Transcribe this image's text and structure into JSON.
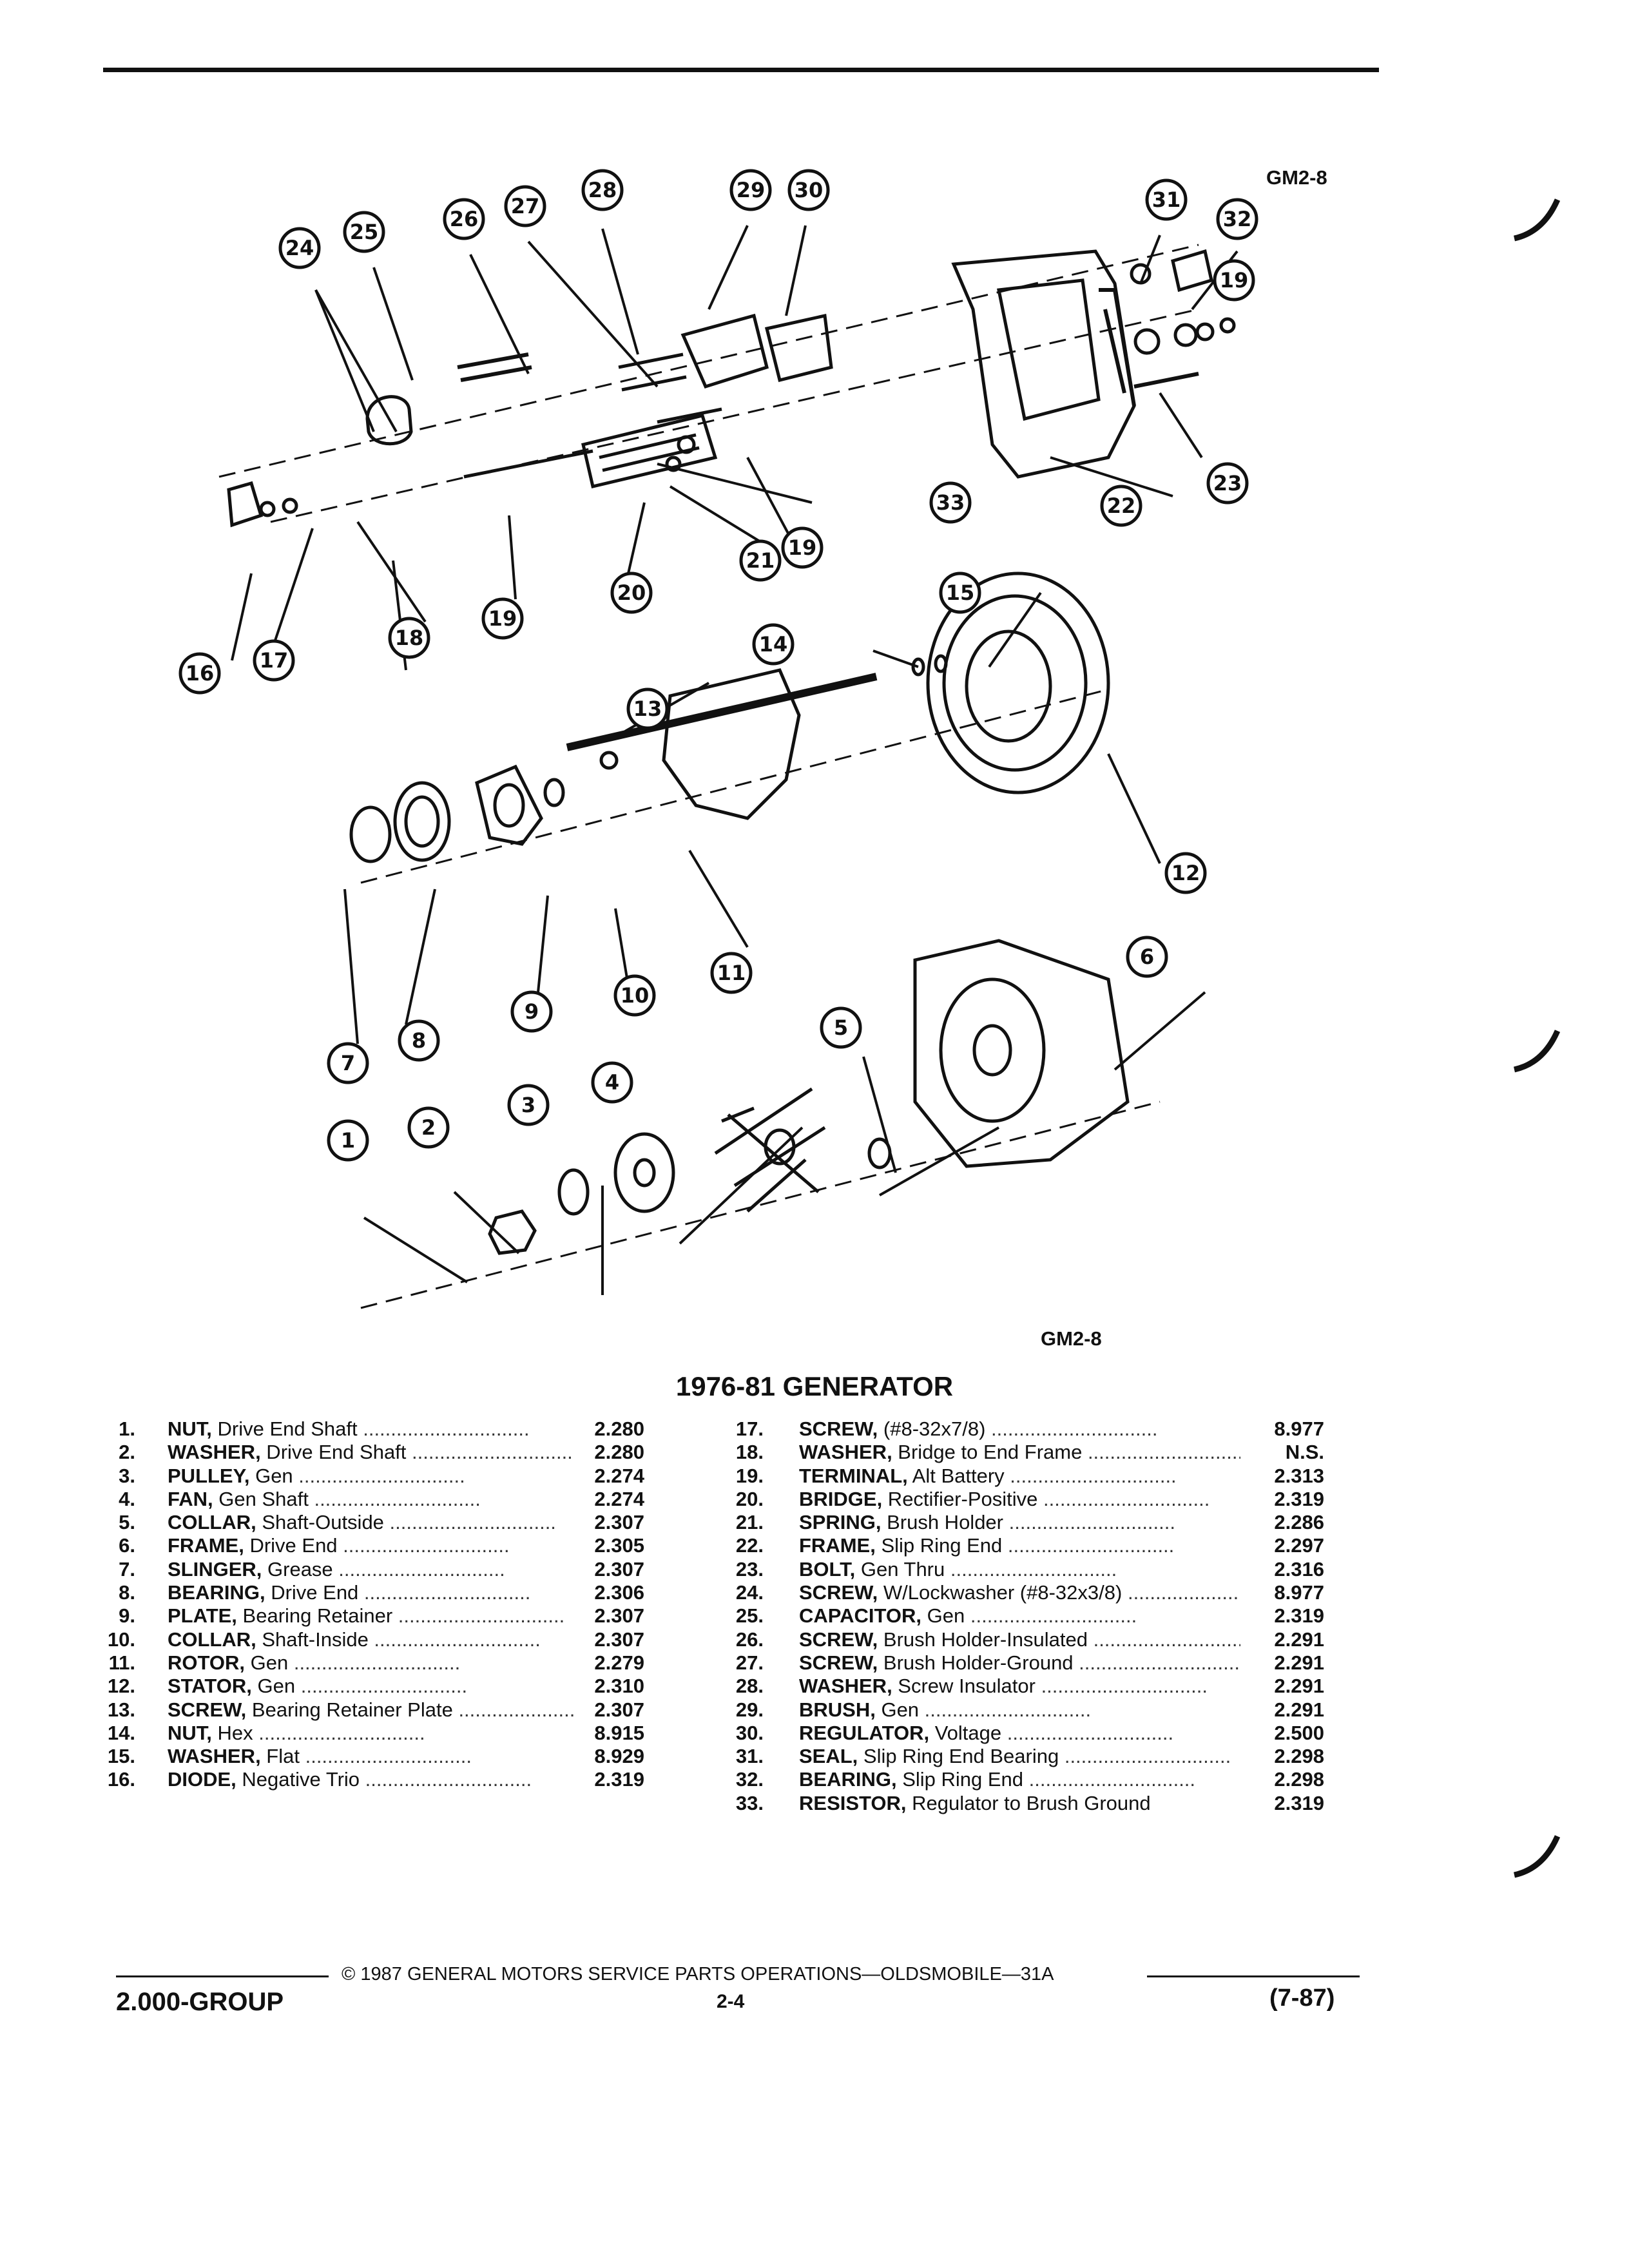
{
  "figure_code_top": "GM2-8",
  "figure_code_bottom": "GM2-8",
  "callouts": [
    "1",
    "2",
    "3",
    "4",
    "5",
    "6",
    "7",
    "8",
    "9",
    "10",
    "11",
    "12",
    "13",
    "14",
    "15",
    "16",
    "17",
    "18",
    "19",
    "20",
    "21",
    "22",
    "23",
    "24",
    "25",
    "26",
    "27",
    "28",
    "29",
    "30",
    "31",
    "32",
    "33"
  ],
  "title": "1976-81 GENERATOR",
  "parts_left": [
    {
      "num": "1.",
      "name": "NUT,",
      "desc": " Drive End Shaft",
      "pn": "2.280"
    },
    {
      "num": "2.",
      "name": "WASHER,",
      "desc": " Drive End Shaft",
      "pn": "2.280"
    },
    {
      "num": "3.",
      "name": "PULLEY,",
      "desc": " Gen",
      "pn": "2.274"
    },
    {
      "num": "4.",
      "name": "FAN,",
      "desc": " Gen Shaft",
      "pn": "2.274"
    },
    {
      "num": "5.",
      "name": "COLLAR,",
      "desc": " Shaft-Outside",
      "pn": "2.307"
    },
    {
      "num": "6.",
      "name": "FRAME,",
      "desc": " Drive End",
      "pn": "2.305"
    },
    {
      "num": "7.",
      "name": "SLINGER,",
      "desc": " Grease",
      "pn": "2.307"
    },
    {
      "num": "8.",
      "name": "BEARING,",
      "desc": " Drive End",
      "pn": "2.306"
    },
    {
      "num": "9.",
      "name": "PLATE,",
      "desc": " Bearing Retainer",
      "pn": "2.307"
    },
    {
      "num": "10.",
      "name": "COLLAR,",
      "desc": " Shaft-Inside",
      "pn": "2.307"
    },
    {
      "num": "11.",
      "name": "ROTOR,",
      "desc": " Gen",
      "pn": "2.279"
    },
    {
      "num": "12.",
      "name": "STATOR,",
      "desc": " Gen",
      "pn": "2.310"
    },
    {
      "num": "13.",
      "name": "SCREW,",
      "desc": " Bearing Retainer Plate",
      "pn": "2.307"
    },
    {
      "num": "14.",
      "name": "NUT,",
      "desc": " Hex",
      "pn": "8.915"
    },
    {
      "num": "15.",
      "name": "WASHER,",
      "desc": " Flat",
      "pn": "8.929"
    },
    {
      "num": "16.",
      "name": "DIODE,",
      "desc": " Negative Trio",
      "pn": "2.319"
    }
  ],
  "parts_right": [
    {
      "num": "17.",
      "name": "SCREW,",
      "desc": " (#8-32x7/8)",
      "pn": "8.977"
    },
    {
      "num": "18.",
      "name": "WASHER,",
      "desc": " Bridge to End Frame",
      "pn": "N.S."
    },
    {
      "num": "19.",
      "name": "TERMINAL,",
      "desc": " Alt Battery",
      "pn": "2.313"
    },
    {
      "num": "20.",
      "name": "BRIDGE,",
      "desc": " Rectifier-Positive",
      "pn": "2.319"
    },
    {
      "num": "21.",
      "name": "SPRING,",
      "desc": " Brush Holder",
      "pn": "2.286"
    },
    {
      "num": "22.",
      "name": "FRAME,",
      "desc": " Slip Ring End",
      "pn": "2.297"
    },
    {
      "num": "23.",
      "name": "BOLT,",
      "desc": " Gen Thru",
      "pn": "2.316"
    },
    {
      "num": "24.",
      "name": "SCREW,",
      "desc": " W/Lockwasher (#8-32x3/8)",
      "pn": "8.977"
    },
    {
      "num": "25.",
      "name": "CAPACITOR,",
      "desc": " Gen",
      "pn": "2.319"
    },
    {
      "num": "26.",
      "name": "SCREW,",
      "desc": " Brush Holder-Insulated",
      "pn": "2.291"
    },
    {
      "num": "27.",
      "name": "SCREW,",
      "desc": " Brush Holder-Ground",
      "pn": "2.291"
    },
    {
      "num": "28.",
      "name": "WASHER,",
      "desc": " Screw Insulator",
      "pn": "2.291"
    },
    {
      "num": "29.",
      "name": "BRUSH,",
      "desc": " Gen",
      "pn": "2.291"
    },
    {
      "num": "30.",
      "name": "REGULATOR,",
      "desc": " Voltage",
      "pn": "2.500"
    },
    {
      "num": "31.",
      "name": "SEAL,",
      "desc": " Slip Ring End Bearing",
      "pn": "2.298"
    },
    {
      "num": "32.",
      "name": "BEARING,",
      "desc": " Slip Ring End",
      "pn": "2.298"
    },
    {
      "num": "33.",
      "name": "RESISTOR,",
      "desc": " Regulator to Brush Ground",
      "pn": "2.319"
    }
  ],
  "footer": {
    "copyright": "© 1987 GENERAL MOTORS SERVICE PARTS OPERATIONS—OLDSMOBILE—31A",
    "group": "2.000-GROUP",
    "page": "2-4",
    "date": "(7-87)"
  }
}
